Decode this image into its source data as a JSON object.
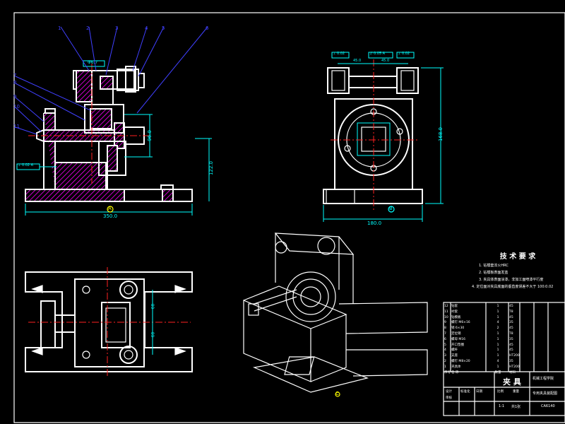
{
  "drawing": {
    "colors": {
      "background": "#000000",
      "outline": "#ffffff",
      "dimension": "#00ffff",
      "centerline": "#ff2020",
      "leader": "#4040ff",
      "hatch": "#ff00ff",
      "marker": "#ffff00"
    },
    "front_view": {
      "leader_numbers": [
        "1",
        "2",
        "3",
        "4",
        "5",
        "6",
        "7",
        "8",
        "9",
        "10",
        "11"
      ],
      "dims": {
        "overall_width": "350.0",
        "base_height": "122.0",
        "shaft_height": "96.0",
        "tol_top": "Φ6.7",
        "tol_left": "⊥ 0.02 A"
      },
      "datum": "A"
    },
    "side_view": {
      "dims": {
        "overall_width": "180.0",
        "height": "168.0",
        "tol_left": "⊥ 0.02",
        "tol_mid": "// 0.05 A",
        "tol_right": "⊥ 0.02",
        "top_a": "45.0",
        "top_b": "45.0"
      },
      "datum": "B"
    },
    "plan_view": {
      "dim_a": "60",
      "dim_b": "60"
    },
    "iso_view": {
      "marker": "C"
    },
    "notes": {
      "heading": "技 术 要 求",
      "items": [
        "1.  钻模套淬火HRC",
        "2.  钻模板表面发蓝",
        "3.  夹具体表面涂漆，非加工面喷漆平行度",
        "4.  定位面对夹具底面的垂直度误差不大于  100:0.02"
      ]
    },
    "title_block": {
      "title": "夹 具",
      "drawing_no": "CA6140",
      "scale": "1:1",
      "sheet": "专用夹具装配图",
      "company": "机械工程学院",
      "part_rows": [
        [
          "12",
          "钻套",
          "1",
          "45"
        ],
        [
          "11",
          "衬套",
          "1",
          "T8"
        ],
        [
          "10",
          "钻模板",
          "1",
          "45"
        ],
        [
          "9",
          "螺钉 M6×16",
          "4",
          "35"
        ],
        [
          "8",
          "销 6×30",
          "2",
          "45"
        ],
        [
          "7",
          "定位销",
          "1",
          "T8"
        ],
        [
          "6",
          "螺母 M16",
          "1",
          "35"
        ],
        [
          "5",
          "开口垫圈",
          "1",
          "45"
        ],
        [
          "4",
          "螺杆",
          "1",
          "45"
        ],
        [
          "3",
          "支座",
          "1",
          "HT200"
        ],
        [
          "2",
          "螺钉 M8×20",
          "4",
          "35"
        ],
        [
          "1",
          "夹具体",
          "1",
          "HT200"
        ]
      ],
      "header": [
        "序号",
        "名 称",
        "数量",
        "材料"
      ],
      "sign_cells": [
        "设计",
        "审核",
        "标准化",
        "日期",
        "比例",
        "重量"
      ],
      "total_sheets": "共1张"
    }
  }
}
